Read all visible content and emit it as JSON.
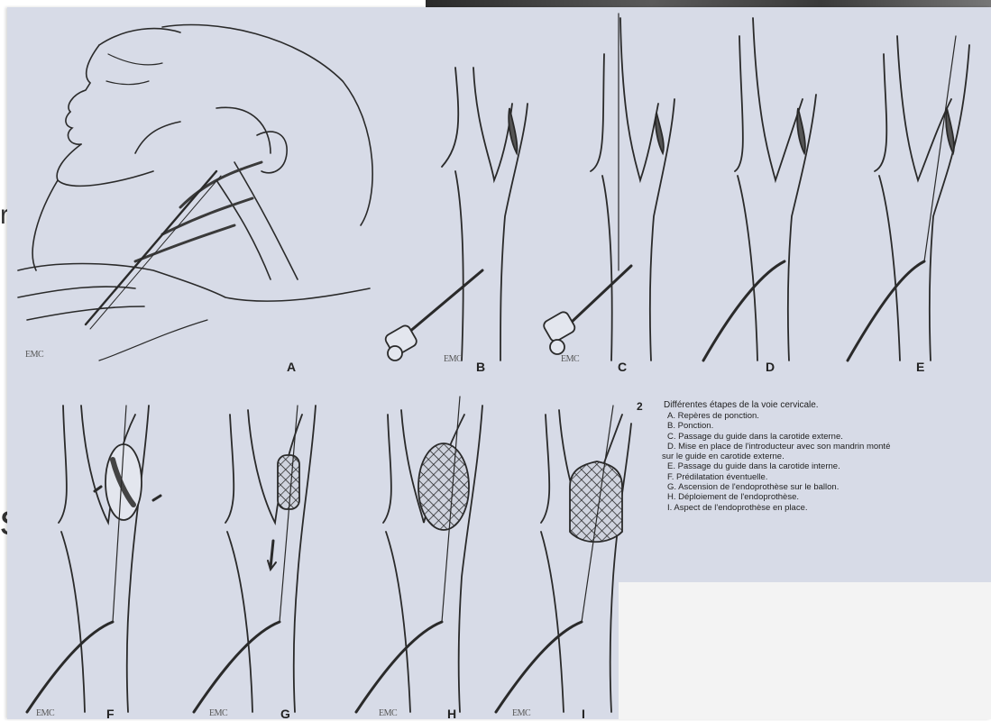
{
  "side_letters": [
    "r",
    "s"
  ],
  "panels": [
    {
      "id": "A",
      "label": "A",
      "emc": "EMC"
    },
    {
      "id": "B",
      "label": "B",
      "emc": "EMC"
    },
    {
      "id": "C",
      "label": "C",
      "emc": "EMC"
    },
    {
      "id": "D",
      "label": "D",
      "emc": ""
    },
    {
      "id": "E",
      "label": "E",
      "emc": ""
    },
    {
      "id": "F",
      "label": "F",
      "emc": "EMC"
    },
    {
      "id": "G",
      "label": "G",
      "emc": "EMC"
    },
    {
      "id": "H",
      "label": "H",
      "emc": "EMC"
    },
    {
      "id": "I",
      "label": "I",
      "emc": "EMC"
    }
  ],
  "caption": {
    "number": "2",
    "title": "Différentes étapes de la voie cervicale.",
    "items": [
      "A. Repères de ponction.",
      "B. Ponction.",
      "C. Passage du guide dans la carotide externe.",
      "D. Mise en place de l'introducteur avec son mandrin monté",
      "sur le guide en carotide externe.",
      "E. Passage du guide dans la carotide interne.",
      "F. Prédilatation éventuelle.",
      "G. Ascension de l'endoprothèse sur le ballon.",
      "H. Déploiement de l'endoprothèse.",
      "I. Aspect de l'endoprothèse en place."
    ]
  },
  "colors": {
    "plate": "#d7dbe7",
    "ink": "#2a2a2a",
    "vessel": "#e8ebf2"
  }
}
